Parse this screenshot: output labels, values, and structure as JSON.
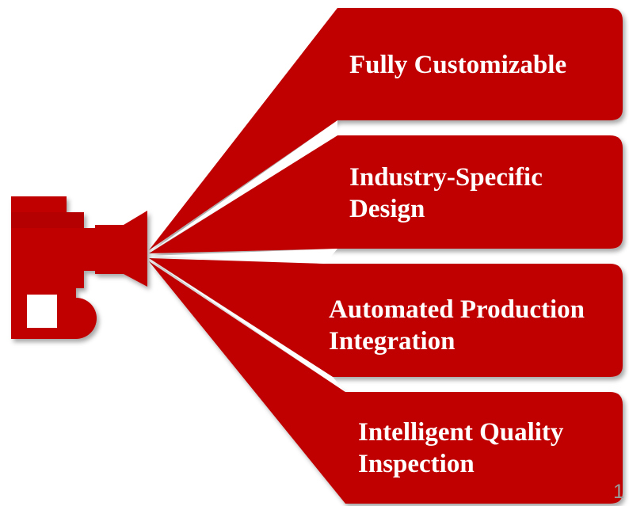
{
  "features": [
    {
      "lines": [
        "Fully Customizable"
      ]
    },
    {
      "lines": [
        "Industry-Specific",
        "Design"
      ]
    },
    {
      "lines": [
        "Automated Production",
        "Integration"
      ]
    },
    {
      "lines": [
        "Intelligent Quality",
        "Inspection"
      ]
    }
  ],
  "page_number": "1",
  "colors": {
    "brand_red": "#c00000",
    "dark_red": "#8e0000",
    "page_number_gray": "#9a9a9a",
    "text": "#ffffff"
  },
  "icons": {
    "speaker": "megaphone-icon"
  }
}
